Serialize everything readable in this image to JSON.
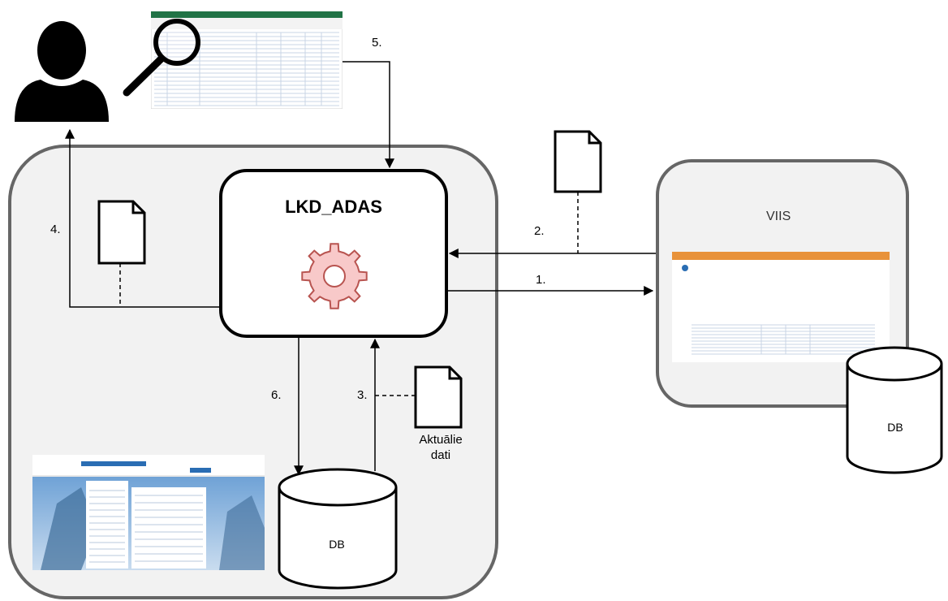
{
  "main_system": {
    "title": "LKD_ADAS"
  },
  "external_system": {
    "title": "VIIS"
  },
  "databases": {
    "local": "DB",
    "external": "DB"
  },
  "steps": {
    "s1": "1.",
    "s2": "2.",
    "s3": "3.",
    "s4": "4.",
    "s5": "5.",
    "s6": "6."
  },
  "document_label": "Aktuālie\ndati",
  "document_label_line1": "Aktuālie",
  "document_label_line2": "dati",
  "colors": {
    "gear": "#f8c9c9",
    "gear_stroke": "#b85450",
    "container_border": "#666666",
    "viis_bar": "#e8923a"
  },
  "icons": [
    "user-icon",
    "magnifier-icon",
    "spreadsheet-thumbnail",
    "gear-icon",
    "document-icon",
    "database-icon",
    "website-screenshot",
    "viis-screenshot"
  ]
}
